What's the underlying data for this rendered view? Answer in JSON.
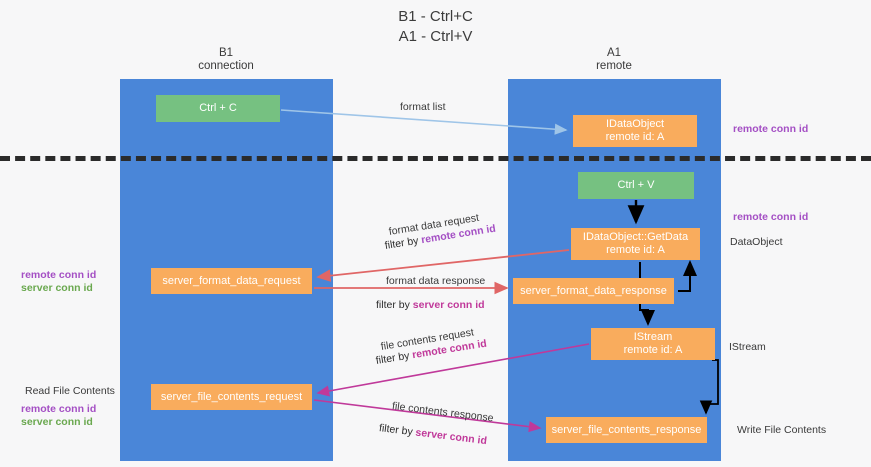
{
  "title": {
    "line1": "B1 - Ctrl+C",
    "line2": "A1 - Ctrl+V"
  },
  "columns": {
    "left": {
      "name": "B1",
      "role": "connection"
    },
    "right": {
      "name": "A1",
      "role": "remote"
    }
  },
  "colors": {
    "lane": "#4a86d8",
    "green_box": "#76c181",
    "orange_box": "#f9ac5d",
    "remote_conn_id": "#a44fc4",
    "server_conn_id": "#6aa84f",
    "server_conn_id_inline": "#c0399a",
    "divider": "#2b2b2b",
    "arrow_format_list": "#9fc5e8",
    "arrow_vertical": "#000000",
    "arrow_format_data": "#e06666",
    "arrow_file_contents": "#c0399a"
  },
  "boxes": {
    "ctrl_c": {
      "label": "Ctrl + C"
    },
    "idataobject": {
      "line1": "IDataObject",
      "line2": "remote id: A"
    },
    "ctrl_v": {
      "label": "Ctrl + V"
    },
    "getdata": {
      "line1": "IDataObject::GetData",
      "line2": "remote id: A"
    },
    "server_format_data_request": {
      "label": "server_format_data_request"
    },
    "server_format_data_response": {
      "label": "server_format_data_response"
    },
    "istream": {
      "line1": "IStream",
      "line2": "remote id: A"
    },
    "server_file_contents_request": {
      "label": "server_file_contents_request"
    },
    "server_file_contents_response": {
      "label": "server_file_contents_response"
    }
  },
  "edges": {
    "format_list": {
      "label": "format list"
    },
    "format_data_request": {
      "label": "format data request",
      "filter_prefix": "filter by ",
      "filter_key": "remote conn id"
    },
    "format_data_response": {
      "label": "format data response",
      "filter_prefix": "filter by ",
      "filter_key": "server conn id"
    },
    "file_contents_request": {
      "label": "file contents request",
      "filter_prefix": "filter by ",
      "filter_key": "remote conn id"
    },
    "file_contents_response": {
      "label": "file contents response",
      "filter_prefix": "filter by ",
      "filter_key": "server conn id"
    }
  },
  "annotations": {
    "right_top_remote_conn_id": "remote conn id",
    "right_mid_remote_conn_id": "remote conn id",
    "right_dataobject": "DataObject",
    "right_istream": "IStream",
    "right_write_file_contents": "Write File Contents",
    "left_remote_conn_id_1": "remote conn id",
    "left_server_conn_id_1": "server conn id",
    "left_read_file_contents": "Read File Contents",
    "left_remote_conn_id_2": "remote conn id",
    "left_server_conn_id_2": "server conn id"
  }
}
